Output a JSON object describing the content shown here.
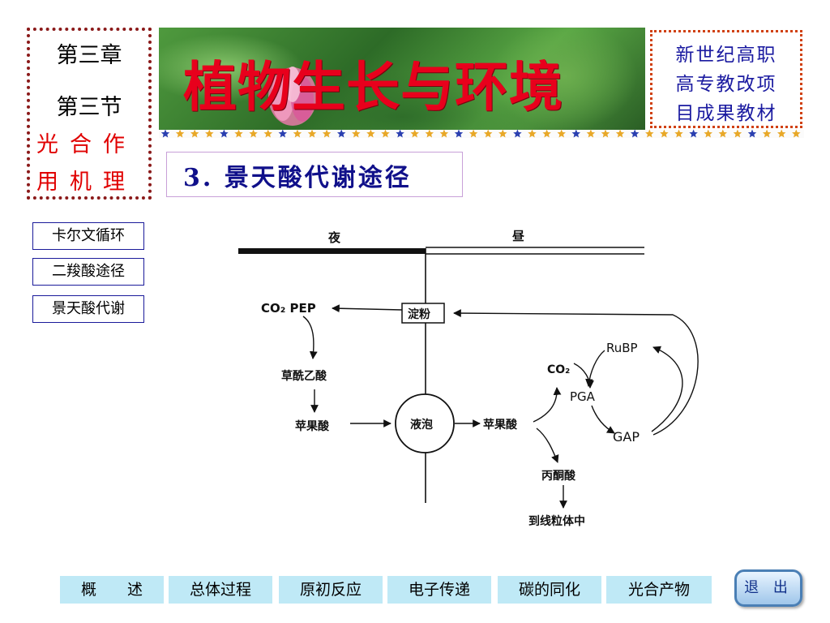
{
  "chapter": {
    "line1": "第三章",
    "line2": "第三节",
    "line3": "光合作",
    "line4": "用机理"
  },
  "banner": {
    "title": "植物生长与环境"
  },
  "project": {
    "line1": "新世纪高职",
    "line2": "高专教改项",
    "line3": "目成果教材"
  },
  "section": {
    "title": "3. 景天酸代谢途径"
  },
  "side_nav": [
    {
      "label": "卡尔文循环"
    },
    {
      "label": "二羧酸途径"
    },
    {
      "label": "景天酸代谢"
    }
  ],
  "diagram": {
    "night": "夜",
    "day": "昼",
    "starch": "淀粉",
    "co2_pep": "CO₂ PEP",
    "oxaloacetate": "草酰乙酸",
    "malate_left": "苹果酸",
    "vacuole": "液泡",
    "malate_right": "苹果酸",
    "co2_right": "CO₂",
    "rubp": "RuBP",
    "pga": "PGA",
    "gap": "GAP",
    "pyruvate": "丙酮酸",
    "mito": "到线粒体中"
  },
  "bottom_nav": [
    {
      "label": "概　　述"
    },
    {
      "label": "总体过程"
    },
    {
      "label": "原初反应"
    },
    {
      "label": "电子传递"
    },
    {
      "label": "碳的同化"
    },
    {
      "label": "光合产物"
    }
  ],
  "exit": {
    "label": "退 出"
  },
  "colors": {
    "accent_red": "#e8001c",
    "nav_blue": "#bfe9f6",
    "title_blue": "#10108a"
  }
}
